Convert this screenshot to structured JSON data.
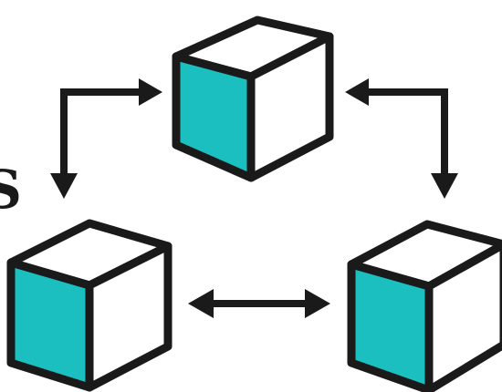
{
  "diagram": {
    "accent_color": "#1bbfbf",
    "stroke_color": "#1a1a1a",
    "background_color": "#ffffff",
    "partial_text": "S",
    "nodes": [
      {
        "id": "top",
        "icon": "cube-icon"
      },
      {
        "id": "bottom-left",
        "icon": "cube-icon"
      },
      {
        "id": "bottom-right",
        "icon": "cube-icon"
      }
    ],
    "edges": [
      {
        "from": "top",
        "to": "bottom-left",
        "direction": "both"
      },
      {
        "from": "top",
        "to": "bottom-right",
        "direction": "both"
      },
      {
        "from": "bottom-left",
        "to": "bottom-right",
        "direction": "both"
      }
    ]
  }
}
